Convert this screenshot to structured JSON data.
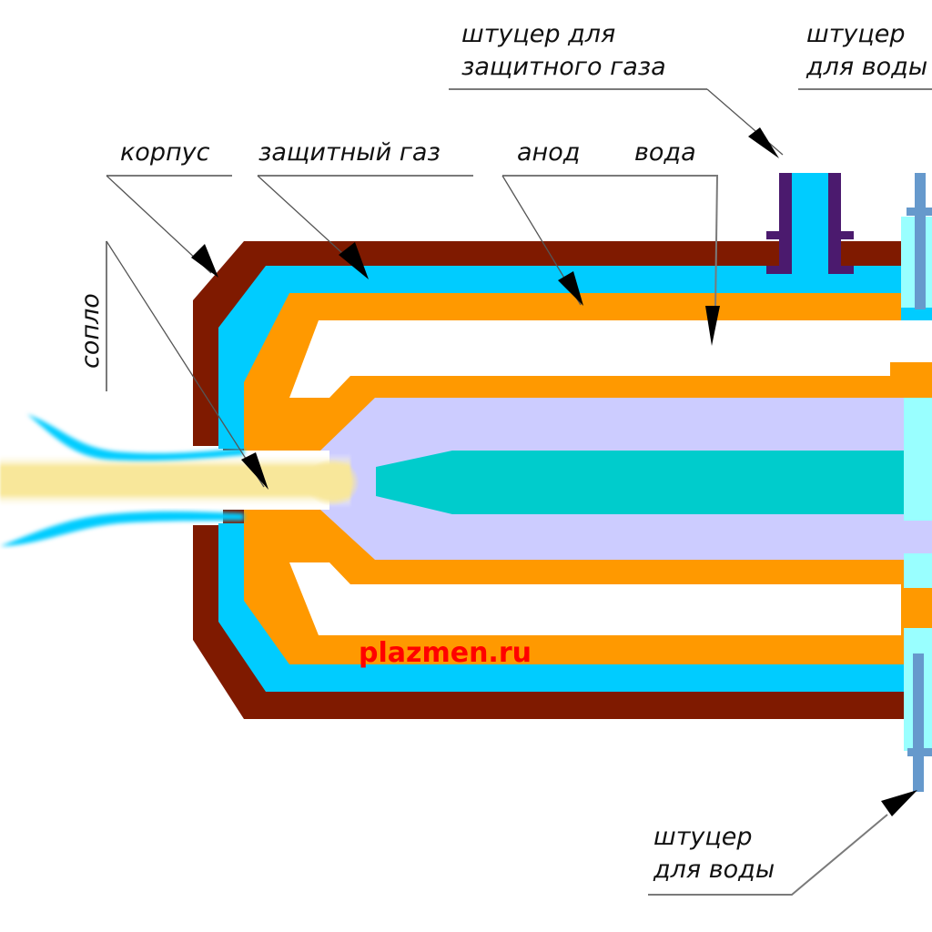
{
  "diagram": {
    "title": "Схема плазмотрона",
    "labels": {
      "body": "корпус",
      "shield_gas": "защитный газ",
      "anode": "анод",
      "water": "вода",
      "nozzle": "сопло",
      "gas_fitting_line1": "штуцер для",
      "gas_fitting_line2": "защитного газа",
      "water_fitting_top_line1": "штуцер",
      "water_fitting_top_line2": "для воды",
      "water_fitting_bottom_line1": "штуцер",
      "water_fitting_bottom_line2": "для воды"
    },
    "watermark": "plazmen.ru",
    "colors": {
      "body": "#7f1a00",
      "shield_gas": "#00ccff",
      "anode": "#ff9900",
      "water": "#ffffff",
      "chamber": "#ccccff",
      "cathode": "#00cccc",
      "plasma": "#f8e79a",
      "fitting_dark": "#4b1a6e",
      "fitting_light": "#6699cc",
      "insulator": "#99ffff",
      "watermark": "#ff0000"
    }
  }
}
